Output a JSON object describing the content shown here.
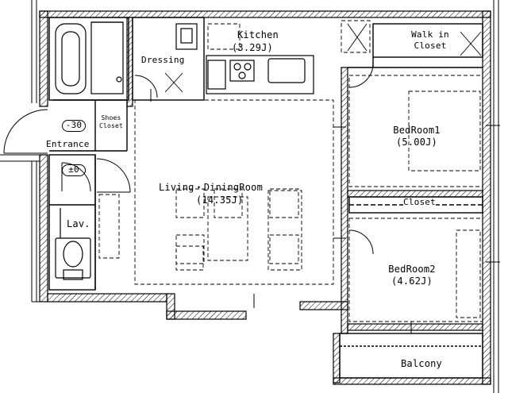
{
  "rooms": {
    "kitchen": {
      "name": "Kitchen",
      "size": "(3.29J)"
    },
    "walk_in_closet": {
      "line1": "Walk in",
      "line2": "Closet"
    },
    "bedroom1": {
      "name": "BedRoom1",
      "size": "(5.00J)"
    },
    "closet": {
      "name": "Closet"
    },
    "living": {
      "name": "Living・DiningRoom",
      "size": "(14.35J)"
    },
    "bedroom2": {
      "name": "BedRoom2",
      "size": "(4.62J)"
    },
    "balcony": {
      "name": "Balcony"
    },
    "dressing": {
      "name": "Dressing"
    },
    "entrance": {
      "name": "Entrance"
    },
    "shoes_closet": {
      "line1": "Shoes",
      "line2": "Closet"
    },
    "lav": {
      "name": "Lav."
    }
  },
  "marks": {
    "floor_level_entrance": "-30",
    "floor_level_lav": "±0"
  }
}
